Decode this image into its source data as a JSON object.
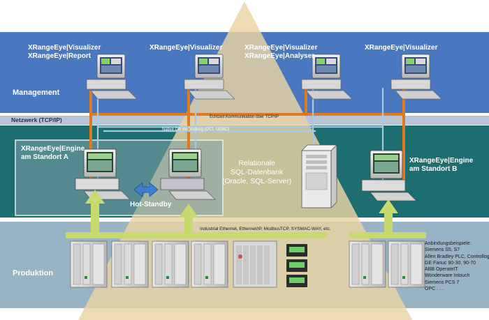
{
  "management": {
    "label": "Management",
    "stations": [
      {
        "lines": [
          "XRangeEye|Visualizer",
          "XRangeEye|Report"
        ]
      },
      {
        "lines": [
          "XRangeEye|Visualizer"
        ]
      },
      {
        "lines": [
          "XRangeEye|Visualizer",
          "XRangeEye|Analyser"
        ]
      },
      {
        "lines": [
          "XRangeEye|Visualizer"
        ]
      }
    ]
  },
  "network": {
    "label": "Netzwerk (TCP/IP)",
    "realtime_label": "Echtzeit Kommunikation über TCP/IP",
    "db_label": "Native DB Verbindung (OCI, ODBC)"
  },
  "engines": {
    "site_a": [
      "XRangeEye|Engine",
      "am Standort A"
    ],
    "site_b": [
      "XRangeEye|Engine",
      "am Standort B"
    ],
    "hot_standby": "Hot-Standby"
  },
  "database": {
    "lines": [
      "Relationale",
      "SQL-Datenbank",
      "(Oracle, SQL-Server)"
    ]
  },
  "production": {
    "label": "Produktion",
    "bus_label": "Industrial Ethernet, Ethernet/IP, ModbusTCP, SYSMAC-WAY, etc.",
    "examples": [
      "Anbindungsbeispiele:",
      "Siemens S5, S7",
      "Allen Bradley PLC, Controllogix",
      "GE Fanuc 90-30, 90-70",
      "ABB OperateIT",
      "Wonderware Intouch",
      "Siemens PCS 7",
      "OPC . . ."
    ]
  },
  "colors": {
    "management_band": "#4a78c0",
    "engine_band": "#1d6e70",
    "production_band": "#98b4c4",
    "pyramid": "#ead3a4",
    "realtime_link": "#e07a20",
    "db_link": "#a9c8e4",
    "arrow": "#c8d96e"
  }
}
